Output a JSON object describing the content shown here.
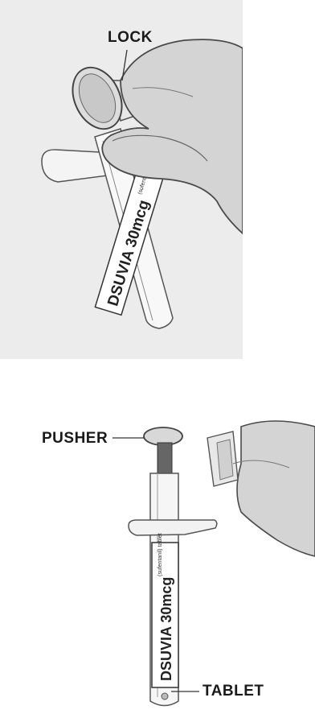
{
  "top_panel": {
    "callout_lock": "LOCK",
    "device_label": "DSUVIA 30mcg",
    "device_sublabel": "(sufentanil) tablet"
  },
  "bottom_panel": {
    "callout_pusher": "PUSHER",
    "callout_tablet": "TABLET",
    "device_label": "DSUVIA 30mcg",
    "device_sublabel": "(sufentanil) tablet"
  }
}
